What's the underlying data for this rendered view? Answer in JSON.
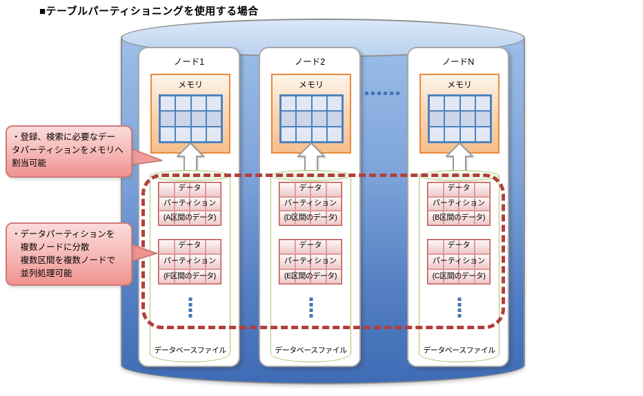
{
  "title": "■テーブルパーティショニングを使用する場合",
  "callouts": {
    "memory_note": {
      "lines": [
        "・登録、検索に必要なデー",
        "タパーティションをメモリへ",
        "割当可能"
      ]
    },
    "distribution_note": {
      "lines": [
        "・データパーティションを",
        "　複数ノードに分散",
        "　複数区間を複数ノードで",
        "　並列処理可能"
      ]
    }
  },
  "nodes": [
    {
      "title": "ノード1",
      "memory_label": "メモリ",
      "partitions": [
        [
          "データ",
          "パーティション",
          "(A区間のデータ)"
        ],
        [
          "データ",
          "パーティション",
          "(F区間のデータ)"
        ]
      ],
      "file_label": "データベースファイル"
    },
    {
      "title": "ノード2",
      "memory_label": "メモリ",
      "partitions": [
        [
          "データ",
          "パーティション",
          "(D区間のデータ)"
        ],
        [
          "データ",
          "パーティション",
          "(E区間のデータ)"
        ]
      ],
      "file_label": "データベースファイル"
    },
    {
      "title": "ノードN",
      "memory_label": "メモリ",
      "partitions": [
        [
          "データ",
          "パーティション",
          "(B区間のデータ)"
        ],
        [
          "データ",
          "パーティション",
          "(C区間のデータ)"
        ]
      ],
      "file_label": "データベースファイル"
    }
  ],
  "colors": {
    "cylinder_top": "#c6daf2",
    "cylinder_body_top": "#9cbee8",
    "cylinder_body_bottom": "#3f6cb5",
    "node_border": "#a8a8a8",
    "memory_border": "#e78a3c",
    "memory_fill_top": "#fdf4ea",
    "memory_fill_bottom": "#f6bf8d",
    "grid_line_blue": "#4f81bd",
    "storage_fill": "#eff6e8",
    "storage_accent": "#d2ec98",
    "storage_border": "#a6c06a",
    "partition_border": "#bf504d",
    "partition_fill": "#efc9c9",
    "dash_outline": "#b23f3c",
    "callout_border": "#cf7b79",
    "callout_fill_top": "#fbdcdb",
    "callout_fill_bottom": "#ef928f",
    "dots_blue": "#4576b5",
    "text": "#000000"
  }
}
